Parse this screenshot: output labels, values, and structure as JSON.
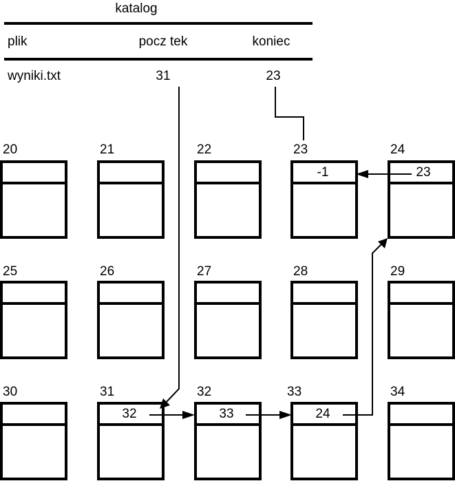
{
  "catalog": {
    "title": "katalog",
    "headers": {
      "file": "plik",
      "start": "pocz tek",
      "end": "koniec"
    },
    "row": {
      "file": "wyniki.txt",
      "start": "31",
      "end": "23"
    }
  },
  "blocks": [
    {
      "num": "20",
      "pointer": ""
    },
    {
      "num": "21",
      "pointer": ""
    },
    {
      "num": "22",
      "pointer": ""
    },
    {
      "num": "23",
      "pointer": "-1"
    },
    {
      "num": "24",
      "pointer": "23"
    },
    {
      "num": "25",
      "pointer": ""
    },
    {
      "num": "26",
      "pointer": ""
    },
    {
      "num": "27",
      "pointer": ""
    },
    {
      "num": "28",
      "pointer": ""
    },
    {
      "num": "29",
      "pointer": ""
    },
    {
      "num": "30",
      "pointer": ""
    },
    {
      "num": "31",
      "pointer": "32"
    },
    {
      "num": "32",
      "pointer": "33"
    },
    {
      "num": "33",
      "pointer": "24"
    },
    {
      "num": "34",
      "pointer": ""
    }
  ]
}
